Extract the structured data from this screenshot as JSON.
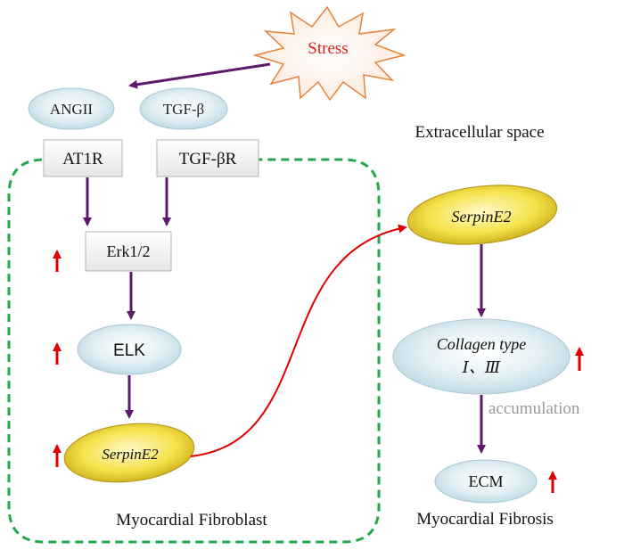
{
  "stress": "Stress",
  "ligands": {
    "angii": "ANGII",
    "tgfb": "TGF-β"
  },
  "receptors": {
    "at1r": "AT1R",
    "tgfbr": "TGF-βR"
  },
  "extracellular_label": "Extracellular space",
  "erk": "Erk1/2",
  "elk": "ELK",
  "serpin_inside": "SerpinE2",
  "serpin_outside": "SerpinE2",
  "collagen_line1": "Collagen type",
  "collagen_line2": "Ⅰ、Ⅲ",
  "accumulation": "accumulation",
  "ecm": "ECM",
  "fibroblast_label": "Myocardial Fibroblast",
  "fibrosis_label": "Myocardial Fibrosis",
  "colors": {
    "purple_arrow": "#5b1a6b",
    "red_arrow": "#e00000",
    "green_dash": "#22a84a",
    "stress_text": "#e0201a",
    "oval_fill": "#d7e9f0",
    "gold_fill": "#f3df3a"
  }
}
